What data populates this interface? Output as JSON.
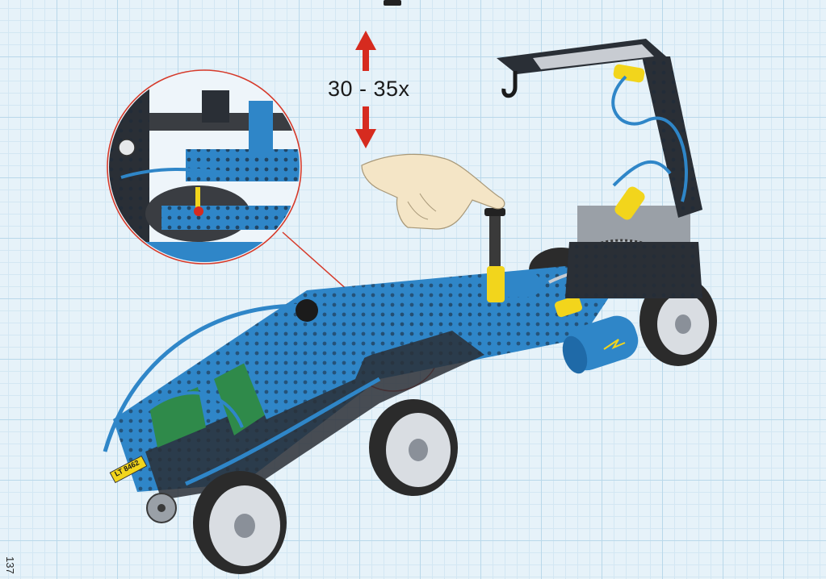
{
  "instruction": {
    "repeat_count": "30 - 35x"
  },
  "page": {
    "number": "137"
  },
  "model": {
    "decal_text": "LT 8462"
  },
  "colors": {
    "background": "#e6f2f9",
    "grid": "#b9d8ea",
    "technic_blue": "#2f86c8",
    "arrow_red": "#d62b1f",
    "callout_red": "#d63a2a",
    "pneumatic_yellow": "#f2d51c",
    "hand_skin": "#f4e5c6"
  },
  "icons": [
    "up-arrow-icon",
    "down-arrow-icon",
    "pointing-hand-icon"
  ]
}
